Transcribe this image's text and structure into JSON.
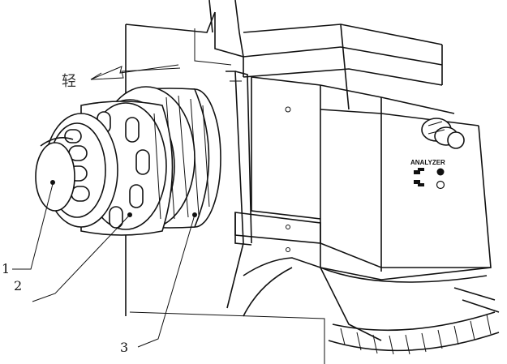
{
  "annotation": {
    "direction_label": "轻"
  },
  "panel": {
    "analyzer_label": "ANALYZER"
  },
  "callouts": [
    {
      "id": "1",
      "text": "1"
    },
    {
      "id": "2",
      "text": "2"
    },
    {
      "id": "3",
      "text": "3"
    }
  ]
}
